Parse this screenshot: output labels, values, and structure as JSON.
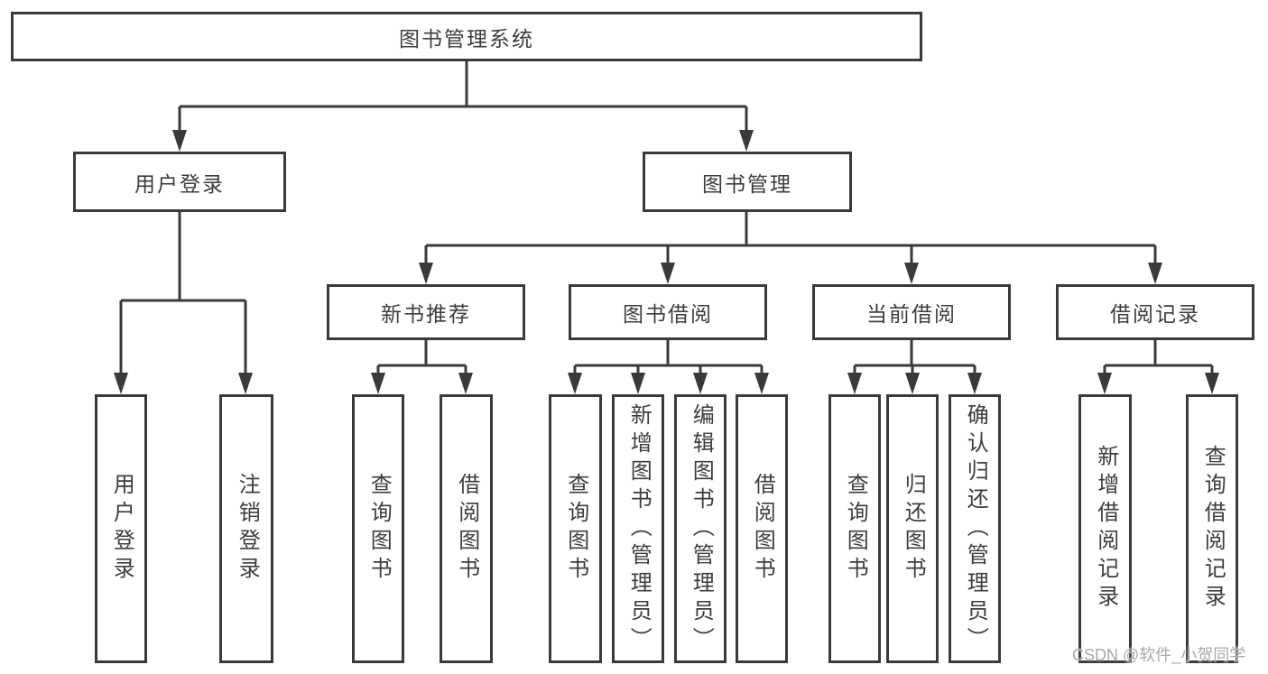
{
  "diagram": {
    "root": "图书管理系统",
    "level2": {
      "user_login": "用户登录",
      "book_mgmt": "图书管理"
    },
    "level3": {
      "new_books": "新书推荐",
      "borrowing": "图书借阅",
      "current": "当前借阅",
      "records": "借阅记录"
    },
    "leaves": {
      "login": "用户登录",
      "logout": "注销登录",
      "nb_search": "查询图书",
      "nb_borrow": "借阅图书",
      "bw_search": "查询图书",
      "bw_add": "新增图书（管理员）",
      "bw_edit": "编辑图书（管理员）",
      "bw_borrow": "借阅图书",
      "cur_search": "查询图书",
      "cur_return": "归还图书",
      "cur_confirm": "确认归还（管理员）",
      "rec_add": "新增借阅记录",
      "rec_search": "查询借阅记录"
    }
  },
  "watermark": {
    "text": "CSDN @软件_小贺同学"
  },
  "colors": {
    "line": "#3a3a3a",
    "text": "#3d3d3d",
    "background": "#ffffff"
  }
}
